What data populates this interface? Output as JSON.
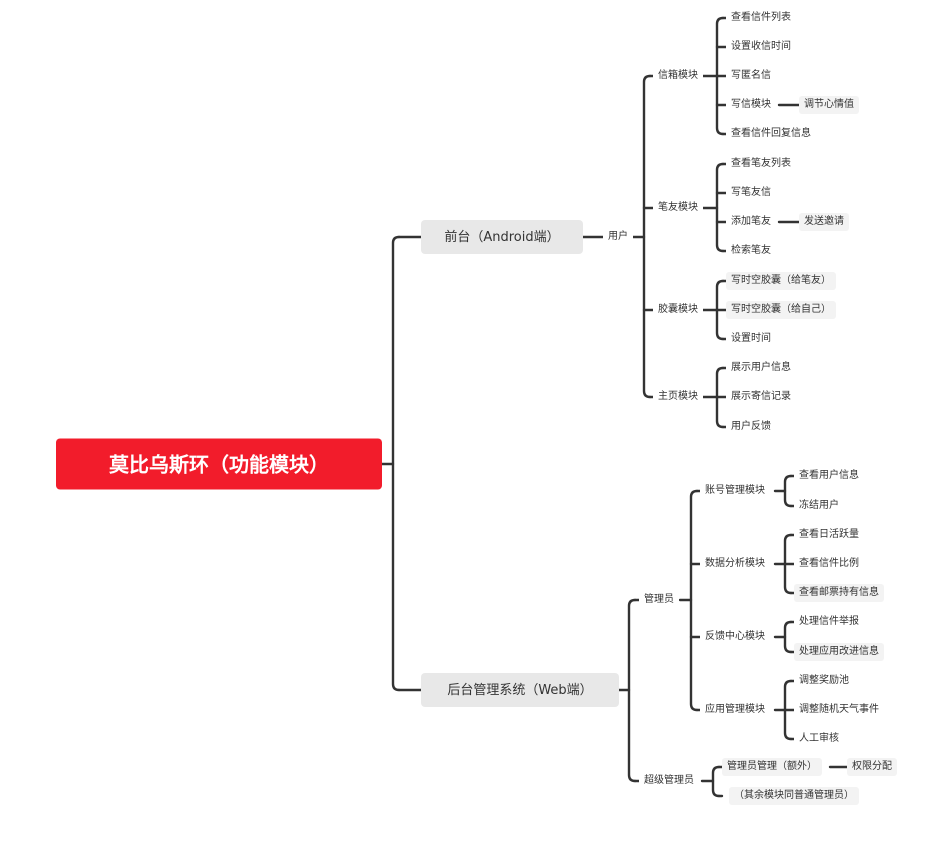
{
  "root": "莫比乌斯环（功能模块）",
  "frontend": {
    "label": "前台（Android端）",
    "user": "用户",
    "mailbox": {
      "label": "信箱模块",
      "items": [
        "查看信件列表",
        "设置收信时间",
        "写匿名信",
        "写信模块",
        "查看信件回复信息"
      ],
      "write_sub": "调节心情值"
    },
    "penpal": {
      "label": "笔友模块",
      "items": [
        "查看笔友列表",
        "写笔友信",
        "添加笔友",
        "检索笔友"
      ],
      "add_sub": "发送邀请"
    },
    "capsule": {
      "label": "胶囊模块",
      "items": [
        "写时空胶囊（给笔友）",
        "写时空胶囊（给自己）",
        "设置时间"
      ]
    },
    "home": {
      "label": "主页模块",
      "items": [
        "展示用户信息",
        "展示寄信记录",
        "用户反馈"
      ]
    }
  },
  "backend": {
    "label": "后台管理系统（Web端）",
    "admin": "管理员",
    "account": {
      "label": "账号管理模块",
      "items": [
        "查看用户信息",
        "冻结用户"
      ]
    },
    "analytics": {
      "label": "数据分析模块",
      "items": [
        "查看日活跃量",
        "查看信件比例",
        "查看邮票持有信息"
      ]
    },
    "feedback": {
      "label": "反馈中心模块",
      "items": [
        "处理信件举报",
        "处理应用改进信息"
      ]
    },
    "app": {
      "label": "应用管理模块",
      "items": [
        "调整奖励池",
        "调整随机天气事件",
        "人工审核"
      ]
    },
    "super": {
      "label": "超级管理员",
      "items": [
        "管理员管理（额外）",
        "（其余模块同普通管理员）"
      ],
      "mgmt_sub": "权限分配"
    }
  }
}
